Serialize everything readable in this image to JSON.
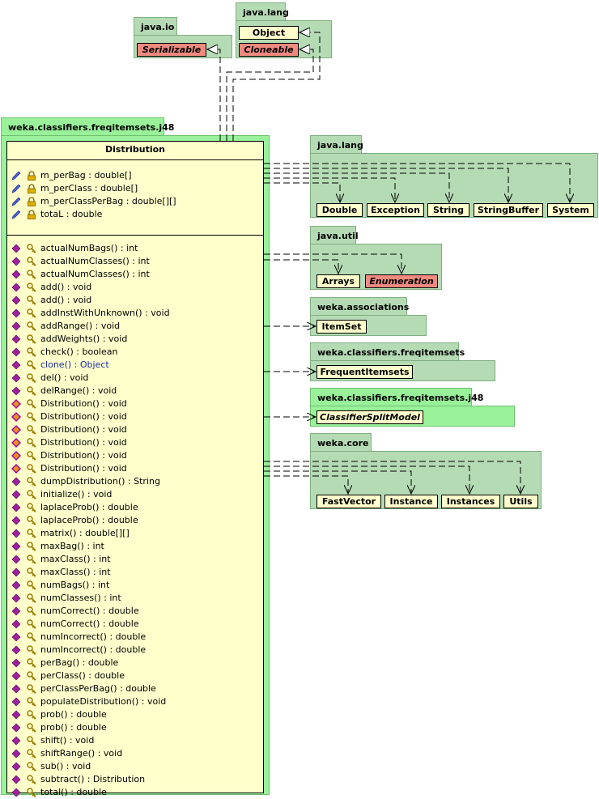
{
  "packages": {
    "java_io": {
      "label": "java.io",
      "classes": [
        "Serializable"
      ]
    },
    "java_lang_top": {
      "label": "java.lang",
      "classes": [
        "Object",
        "Cloneable"
      ]
    },
    "j48_main": {
      "label": "weka.classifiers.freqitemsets.j48"
    },
    "java_lang_right": {
      "label": "java.lang",
      "classes": [
        "Double",
        "Exception",
        "String",
        "StringBuffer",
        "System"
      ]
    },
    "java_util": {
      "label": "java.util",
      "classes": [
        "Arrays",
        "Enumeration"
      ]
    },
    "weka_associations": {
      "label": "weka.associations",
      "classes": [
        "ItemSet"
      ]
    },
    "weka_freqitemsets": {
      "label": "weka.classifiers.freqitemsets",
      "classes": [
        "FrequentItemsets"
      ]
    },
    "weka_j48": {
      "label": "weka.classifiers.freqitemsets.j48",
      "classes": [
        "ClassifierSplitModel"
      ]
    },
    "weka_core": {
      "label": "weka.core",
      "classes": [
        "FastVector",
        "Instance",
        "Instances",
        "Utils"
      ]
    }
  },
  "main_class": {
    "name": "Distribution",
    "attributes": [
      "m_perBag : double[]",
      "m_perClass : double[]",
      "m_perClassPerBag : double[][]",
      "totaL : double"
    ],
    "methods": [
      "actualNumBags() : int",
      "actualNumClasses() : int",
      "actualNumClasses() : int",
      "add() : void",
      "add() : void",
      "addInstWithUnknown() : void",
      "addRange() : void",
      "addWeights() : void",
      "check() : boolean",
      "clone() : Object",
      "del() : void",
      "delRange() : void",
      "Distribution() : void",
      "Distribution() : void",
      "Distribution() : void",
      "Distribution() : void",
      "Distribution() : void",
      "Distribution() : void",
      "dumpDistribution() : String",
      "initialize() : void",
      "laplaceProb() : double",
      "laplaceProb() : double",
      "matrix() : double[][]",
      "maxBag() : int",
      "maxClass() : int",
      "maxClass() : int",
      "numBags() : int",
      "numClasses() : int",
      "numCorrect() : double",
      "numCorrect() : double",
      "numIncorrect() : double",
      "numIncorrect() : double",
      "perBag() : double",
      "perClass() : double",
      "perClassPerBag() : double",
      "populateDistribution() : void",
      "prob() : double",
      "prob() : double",
      "shift() : void",
      "shiftRange() : void",
      "sub() : void",
      "subtract() : Distribution",
      "total() : double"
    ]
  },
  "colors": {
    "package": "#b5dbb5",
    "package_highlight": "#99f299",
    "class": "#ffffcc",
    "interface": "#f08a80",
    "method_icon": "#a0209e",
    "attribute_icon": "#4a5fd0",
    "lock_icon": "#e0b000"
  }
}
